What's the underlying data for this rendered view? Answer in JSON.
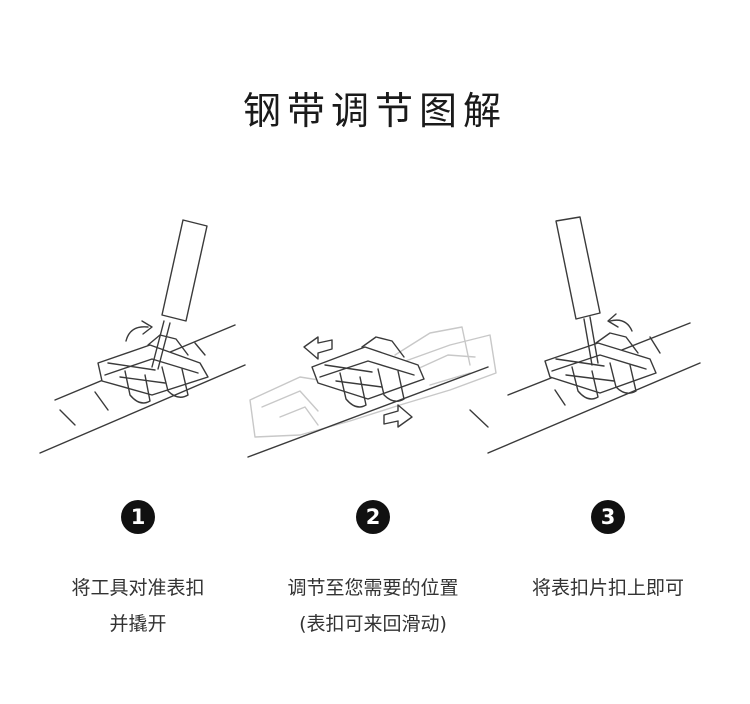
{
  "title": "钢带调节图解",
  "steps": [
    {
      "number": "1",
      "line1": "将工具对准表扣",
      "line2": "并撬开"
    },
    {
      "number": "2",
      "line1": "调节至您需要的位置",
      "line2": "(表扣可来回滑动)"
    },
    {
      "number": "3",
      "line1": "将表扣片扣上即可",
      "line2": ""
    }
  ],
  "colors": {
    "line": "#3a3a3a",
    "faint": "#c8c8c8",
    "badge": "#111111"
  },
  "icons": [
    "pry-tool-icon",
    "rotate-arrow-icon",
    "left-arrow-icon",
    "right-arrow-icon"
  ]
}
